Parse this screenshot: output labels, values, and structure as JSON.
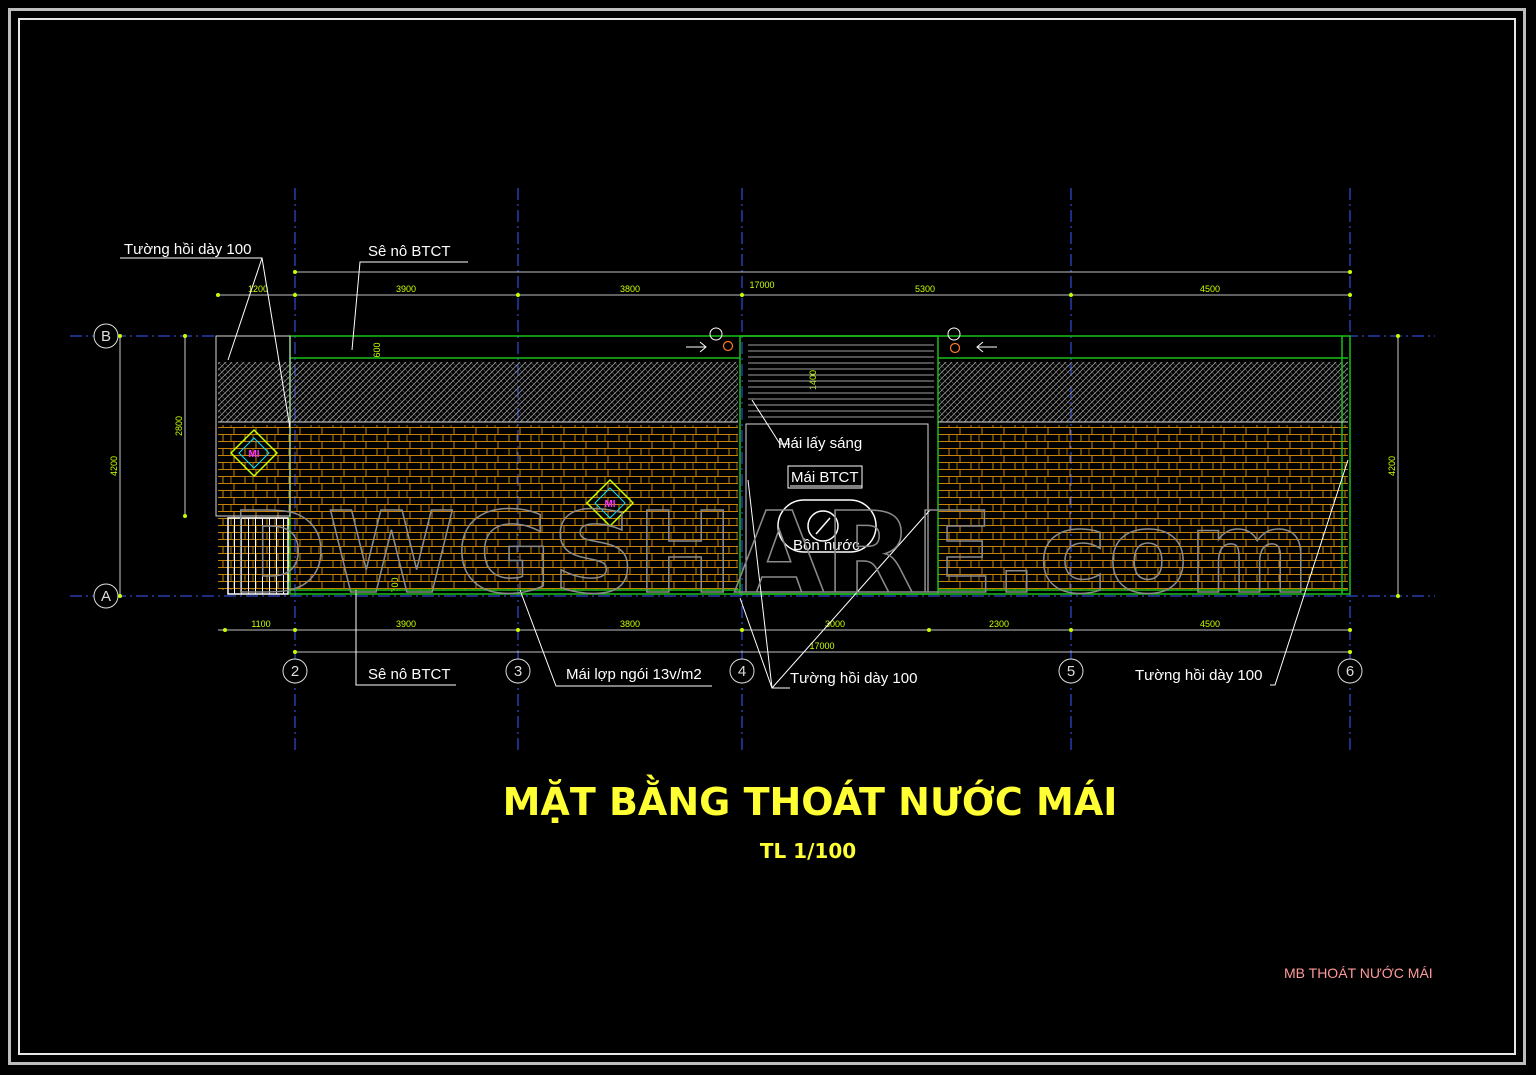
{
  "drawing": {
    "title": "MẶT BẰNG THOÁT NƯỚC MÁI",
    "scale": "TL 1/100",
    "sheet_name": "MB THOÁT NƯỚC MÁI",
    "watermark": "DWGSHARE.com"
  },
  "axes": {
    "rows": [
      "B",
      "A"
    ],
    "columns": [
      "2",
      "3",
      "4",
      "5",
      "6"
    ]
  },
  "dimensions": {
    "top": [
      "1200",
      "3900",
      "3800",
      "5300",
      "4500"
    ],
    "top_total": "17000",
    "bottom": [
      "1100",
      "3900",
      "3800",
      "3000",
      "2300",
      "4500"
    ],
    "bottom_total": "17000",
    "left_inner": "2800",
    "left_outer": "4200",
    "right": "4200",
    "gutter_top": "600",
    "skylight": "1400",
    "gutter_bottom": "700"
  },
  "annotations": {
    "gable_wall_top_left": "Tường hồi dày 100",
    "gutter_top": "Sê nô BTCT",
    "skylight_roof": "Mái lấy sáng",
    "concrete_roof": "Mái BTCT",
    "water_tank": "Bồn nước",
    "gutter_bottom": "Sê nô BTCT",
    "tile_roof": "Mái lợp ngói 13v/m2",
    "gable_wall_mid": "Tường hồi dày 100",
    "gable_wall_right": "Tường hồi dày 100"
  },
  "symbols": {
    "drain_marker": "MI"
  },
  "colors": {
    "background": "#000000",
    "gridline": "#3a5bff",
    "dimension": "#c8ff00",
    "roof_outline": "#19c019",
    "tile": "#c8820a",
    "title": "#ffff33",
    "marker": "#ff2fff"
  }
}
